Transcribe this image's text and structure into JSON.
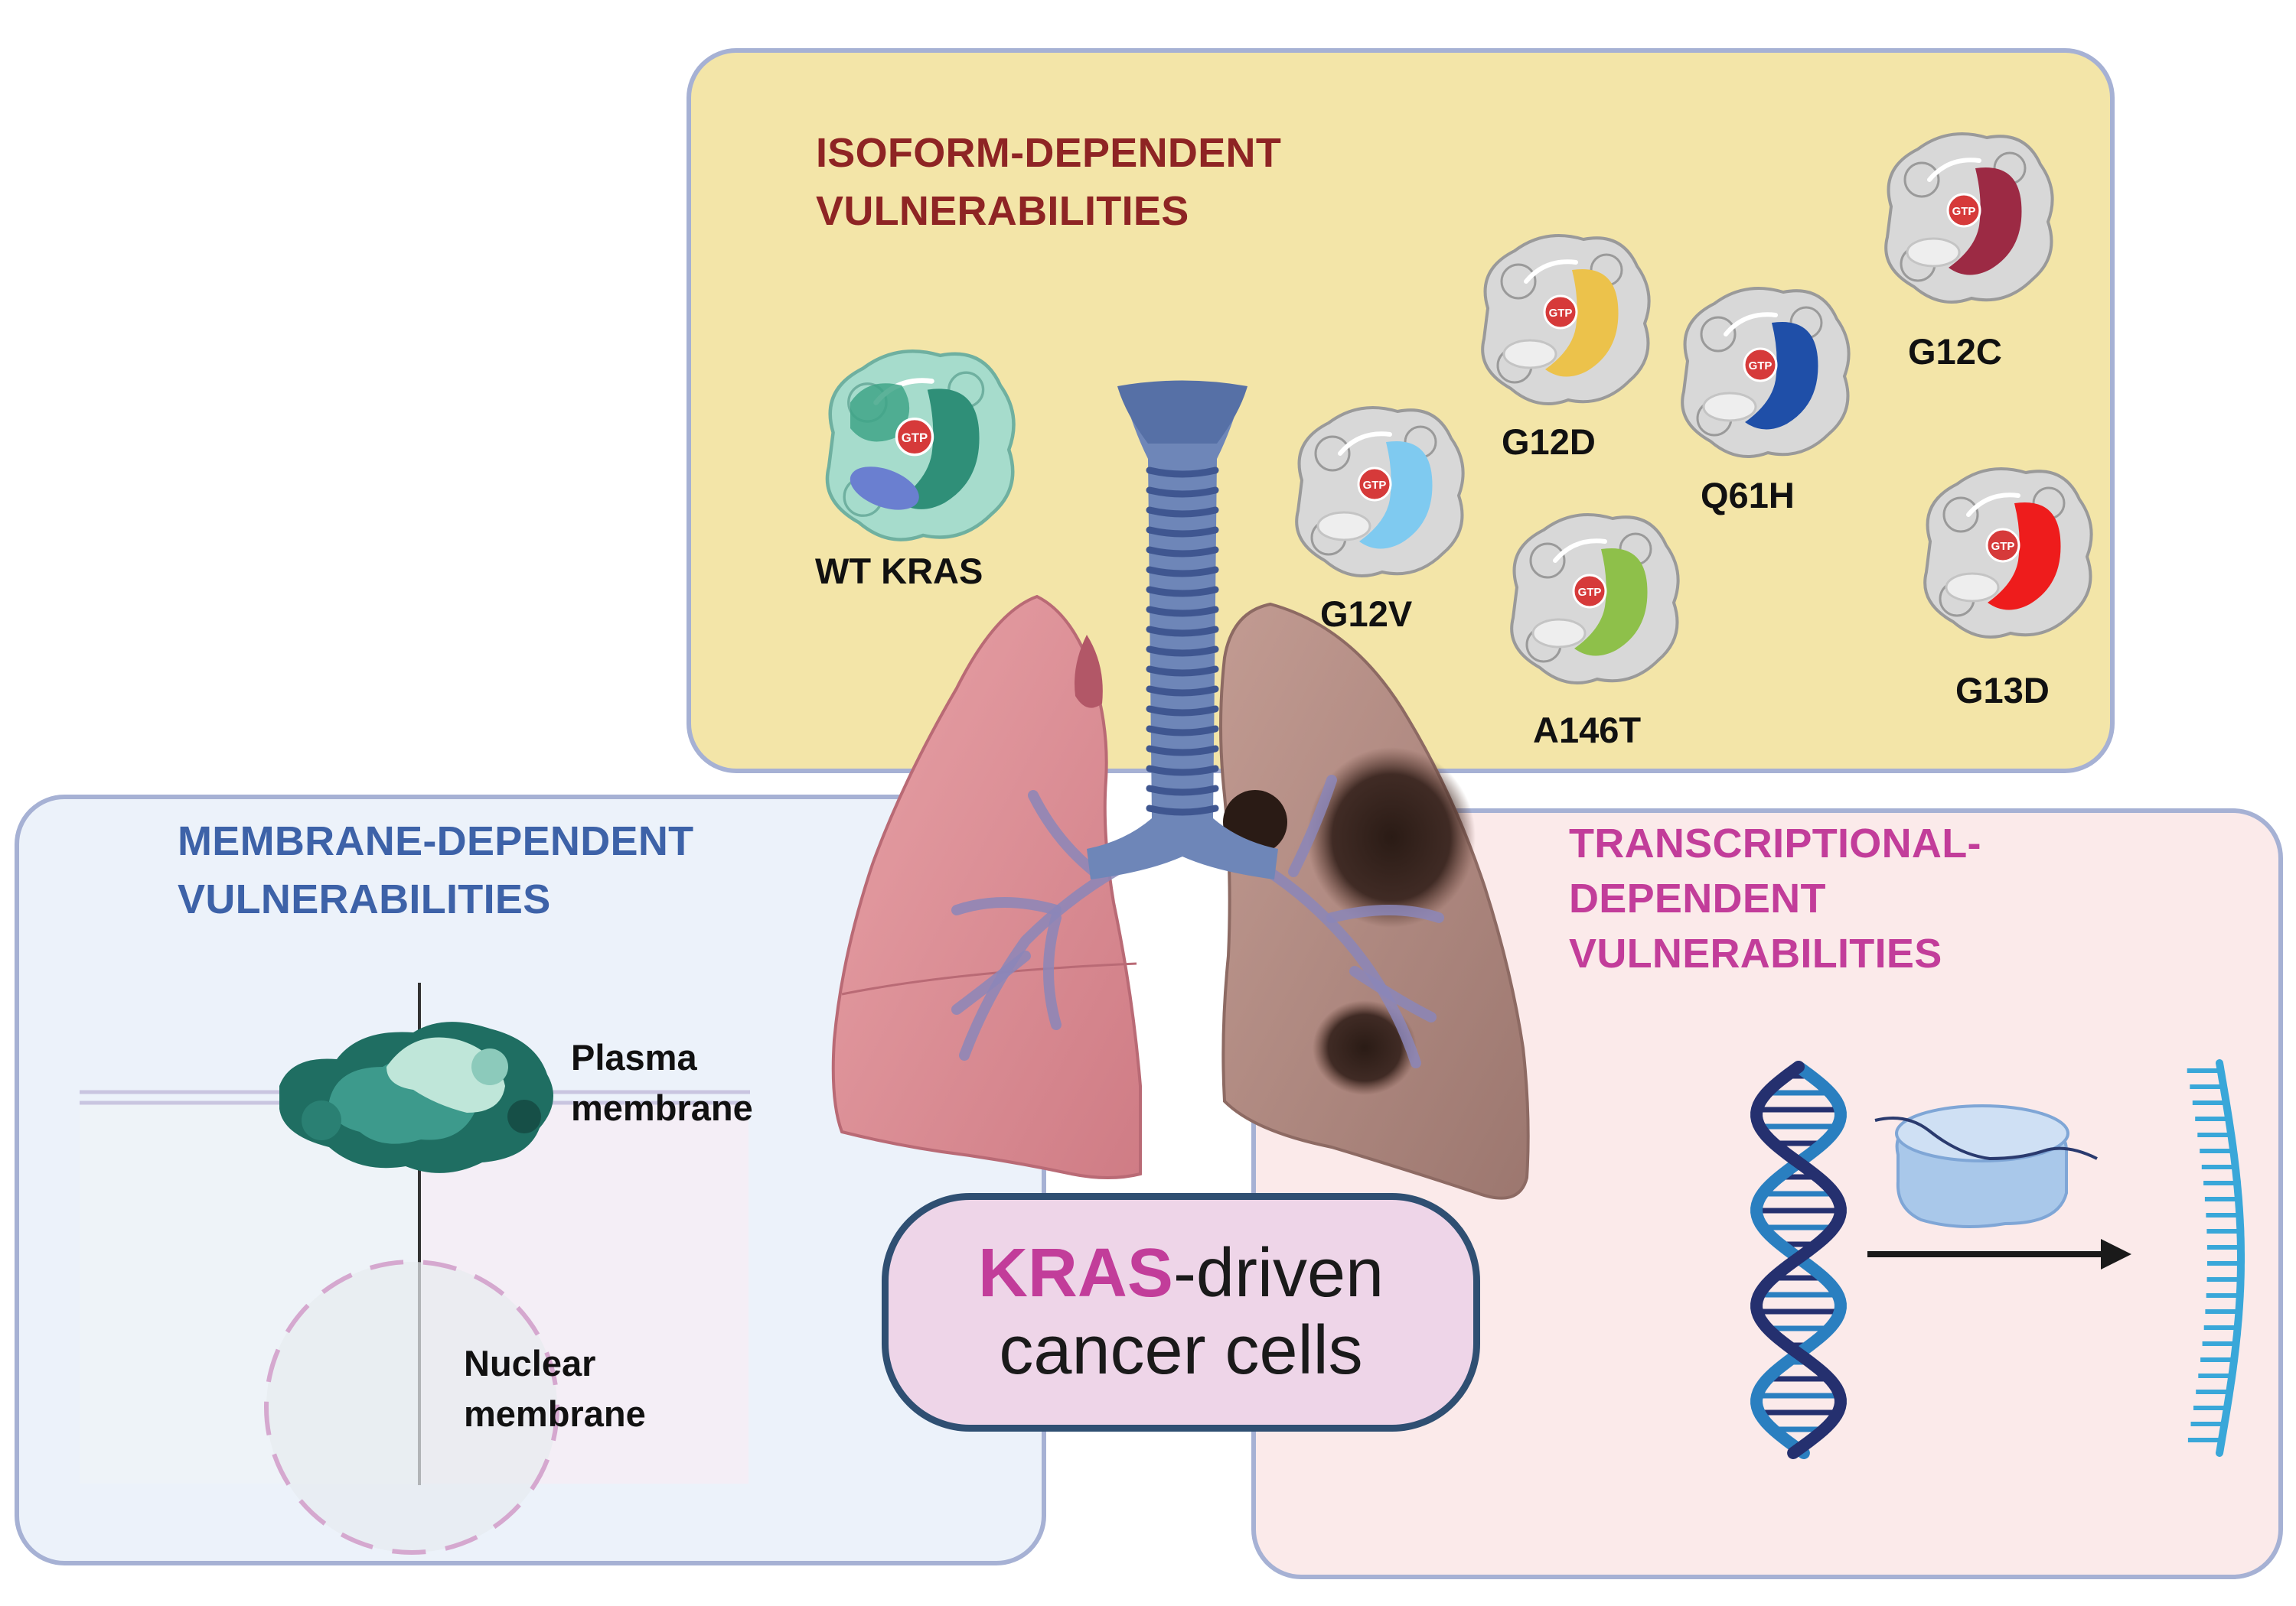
{
  "panels": {
    "isoform": {
      "title_line1": "ISOFORM-DEPENDENT",
      "title_line2": "VULNERABILITIES",
      "color": "#8e2424",
      "background": "#f3e5a8"
    },
    "membrane": {
      "title_line1": "MEMBRANE-DEPENDENT",
      "title_line2": "VULNERABILITIES",
      "color": "#3d62a8",
      "background": "#ecf2fa",
      "plasma_label_line1": "Plasma",
      "plasma_label_line2": "membrane",
      "nuclear_label_line1": "Nuclear",
      "nuclear_label_line2": "membrane"
    },
    "transcriptional": {
      "title_line1": "TRANSCRIPTIONAL-",
      "title_line2": "DEPENDENT",
      "title_line3": "VULNERABILITIES",
      "color": "#c23d9a",
      "background": "#fbeaea"
    }
  },
  "proteins": [
    {
      "label": "WT KRAS",
      "color": "#2f8f78",
      "badge": "GTP"
    },
    {
      "label": "G12V",
      "color": "#7fcaf0",
      "badge": "GTP"
    },
    {
      "label": "G12D",
      "color": "#ecc24b",
      "badge": "GTP"
    },
    {
      "label": "A146T",
      "color": "#8ec04a",
      "badge": "GTP"
    },
    {
      "label": "Q61H",
      "color": "#1f4fa8",
      "badge": "GTP"
    },
    {
      "label": "G12C",
      "color": "#9c2a44",
      "badge": "GTP"
    },
    {
      "label": "G13D",
      "color": "#ee1c1c",
      "badge": "GTP"
    }
  ],
  "center": {
    "highlight": "KRAS",
    "rest_line1": "-driven",
    "line2": "cancer cells"
  },
  "colors": {
    "frame_border": "#a6b1d4",
    "center_border": "#2f4f72",
    "lung_left": "#d88b92",
    "lung_right": "#a88078",
    "trachea": "#6e86b8",
    "tumor": "#2a1b15",
    "dna_blue": "#2a7fc0",
    "dna_navy": "#25306f",
    "ribosome": "#a9c8ea",
    "mrna": "#39a7d9"
  },
  "icons": [
    "kras-protein-icon",
    "lungs-icon",
    "trachea-icon",
    "tumor-icon",
    "dna-helix-icon",
    "ribosome-icon",
    "mrna-strand-icon",
    "arrow-right-icon",
    "membrane-protein-icon",
    "nucleus-icon"
  ]
}
